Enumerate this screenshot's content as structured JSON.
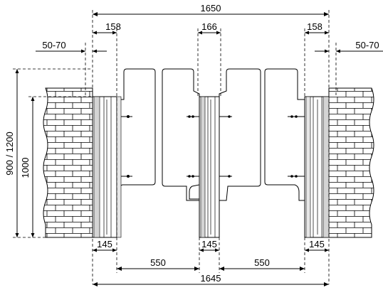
{
  "dimensions": {
    "total_top": "1650",
    "post_width_top_left": "158",
    "post_width_top_center": "166",
    "post_width_top_right": "158",
    "gap_left": "50-70",
    "gap_right": "50-70",
    "height_outer": "900 / 1200",
    "height_inner": "1000",
    "post_width_bottom_left": "145",
    "post_width_bottom_center": "145",
    "post_width_bottom_right": "145",
    "passage_left": "550",
    "passage_right": "550",
    "total_bottom": "1645"
  },
  "colors": {
    "line": "#000000",
    "background": "#ffffff",
    "post_shade": "#cfcfcf"
  }
}
